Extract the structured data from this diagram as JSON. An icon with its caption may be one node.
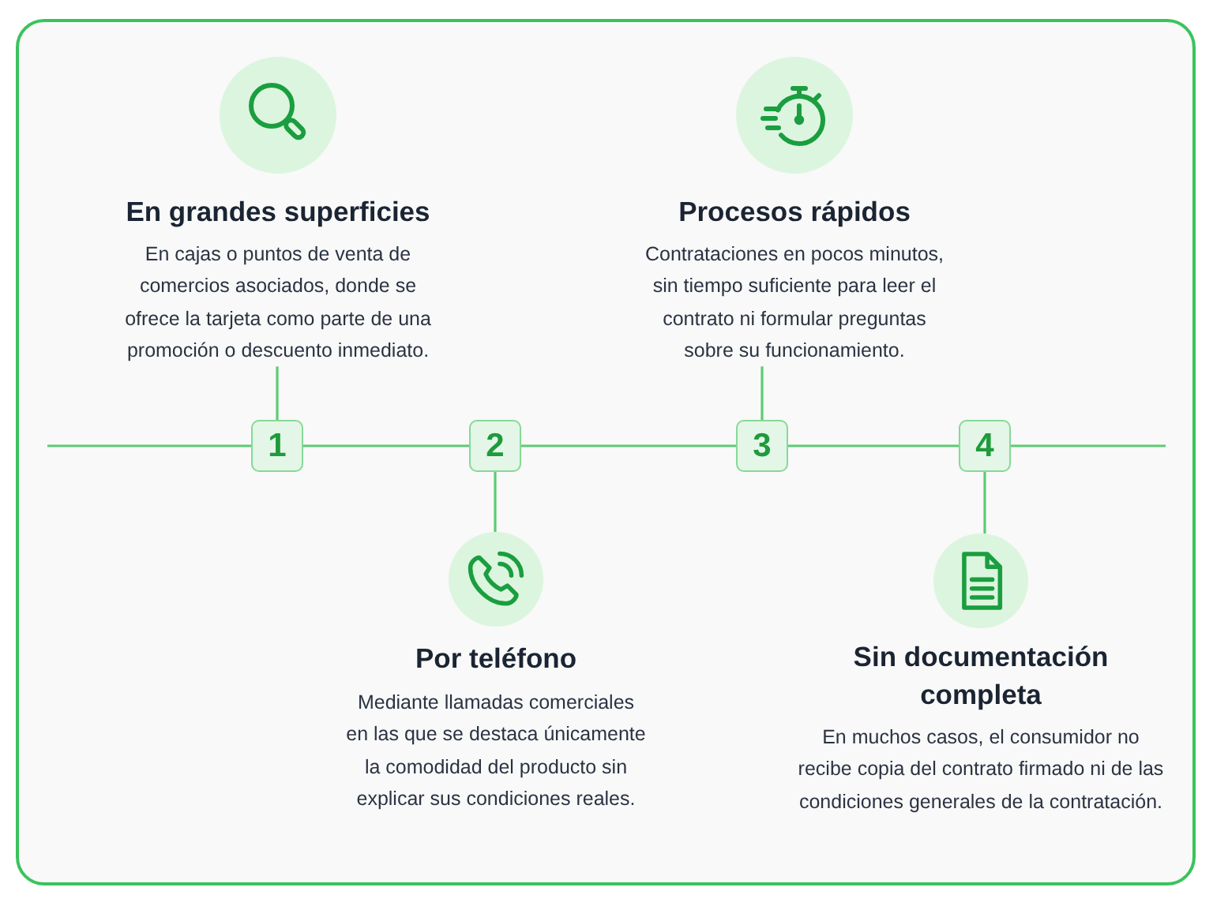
{
  "diagram": {
    "nodes": [
      {
        "text": [
          "En grandes superficies",
          "En cajas o puntos de venta de comercios asociados, donde se ofrece la tarjeta como parte de una promoción o descuento inmediato."
        ]
      },
      {
        "text": [
          "Procesos rápidos",
          "Contrataciones en pocos minutos, sin tiempo suficiente para leer el contrato ni formular preguntas sobre su funcionamiento."
        ]
      },
      {
        "text": [
          "1"
        ]
      },
      {
        "text": [
          "2"
        ]
      },
      {
        "text": [
          "3"
        ]
      },
      {
        "text": [
          "4"
        ]
      },
      {
        "text": [
          "Por teléfono",
          "Mediante llamadas comerciales en las que se destaca únicamente la comodidad del producto sin explicar sus condiciones reales."
        ]
      },
      {
        "text": [
          "Sin documentación completa",
          "En muchos casos, el consumidor no recibe copia del contrato firmado ni de las condiciones generales de la contratación."
        ]
      }
    ],
    "edges": [
      {
        "from": null,
        "to": 2,
        "arrow": "none"
      },
      {
        "from": 2,
        "to": 3,
        "arrow": "none"
      },
      {
        "from": 3,
        "to": 4,
        "arrow": "none"
      },
      {
        "from": 4,
        "to": 5,
        "arrow": "none"
      },
      {
        "from": 5,
        "to": null,
        "arrow": "none"
      },
      {
        "from": 2,
        "to": 0,
        "arrow": "none"
      },
      {
        "from": 3,
        "to": 6,
        "arrow": "none"
      },
      {
        "from": 4,
        "to": 1,
        "arrow": "none"
      },
      {
        "from": 5,
        "to": 7,
        "arrow": "none"
      }
    ]
  }
}
